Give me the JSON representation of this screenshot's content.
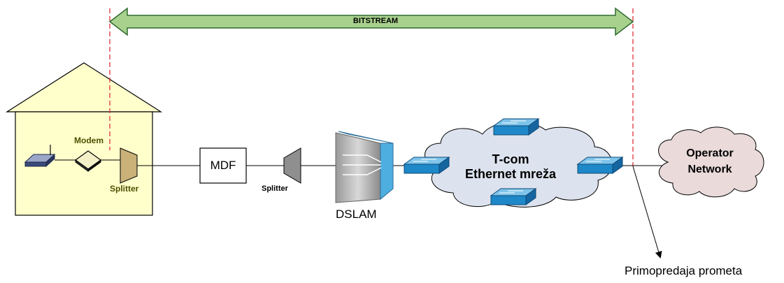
{
  "banner": {
    "label": "BITSTREAM",
    "fill": "#A9D18E",
    "stroke": "#2E6B2E"
  },
  "house": {
    "fill": "#FFFFCC",
    "roof_fill": "#FFFFCC"
  },
  "labels": {
    "modem": "Modem",
    "splitter_home": "Splitter",
    "mdf": "MDF",
    "splitter_line": "Splitter",
    "dslam": "DSLAM",
    "tcom_line1": "T-com",
    "tcom_line2": "Ethernet mreža",
    "operator_line1": "Operator",
    "operator_line2": "Network",
    "handover": "Primopredaja prometa"
  },
  "colors": {
    "modem_text": "#4F4F00",
    "tcom_cloud": "#DDE3EE",
    "operator_cloud": "#EADADA",
    "switch_top": "#7FC4EA",
    "switch_side": "#1E88C8",
    "boundary_line": "#E0202A"
  },
  "icons": [
    "router-icon",
    "modem-icon",
    "splitter-icon",
    "dslam-icon",
    "switch-icon",
    "cloud-icon"
  ]
}
